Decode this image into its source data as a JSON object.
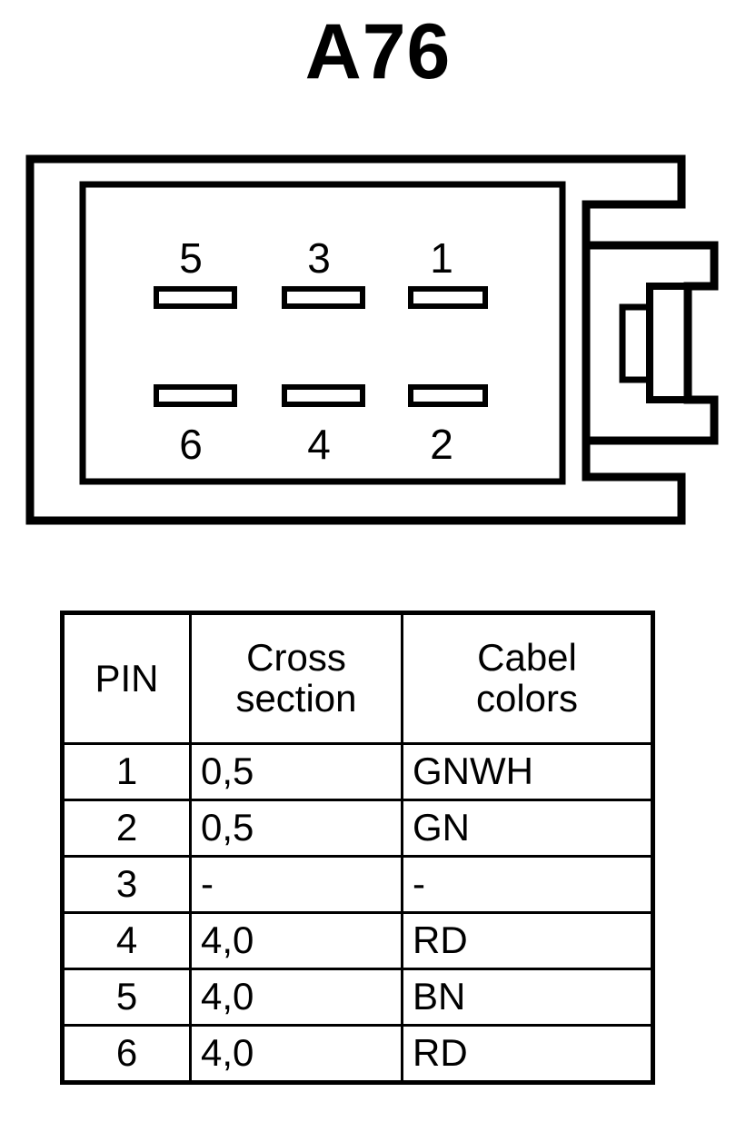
{
  "title": "A76",
  "connector": {
    "name": "6-way-connector-housing",
    "top_row_pins": [
      "5",
      "3",
      "1"
    ],
    "bottom_row_pins": [
      "6",
      "4",
      "2"
    ],
    "latch_side": "right"
  },
  "table": {
    "headers": [
      "PIN",
      "Cross section",
      "Cabel colors"
    ],
    "header_lines": {
      "pin": "PIN",
      "cross_line1": "Cross",
      "cross_line2": "section",
      "colors_line1": "Cabel",
      "colors_line2": "colors"
    },
    "rows": [
      {
        "pin": "1",
        "cross_section": "0,5",
        "cable_color": "GNWH"
      },
      {
        "pin": "2",
        "cross_section": "0,5",
        "cable_color": "GN"
      },
      {
        "pin": "3",
        "cross_section": "-",
        "cable_color": "-"
      },
      {
        "pin": "4",
        "cross_section": "4,0",
        "cable_color": "RD"
      },
      {
        "pin": "5",
        "cross_section": "4,0",
        "cable_color": "BN"
      },
      {
        "pin": "6",
        "cross_section": "4,0",
        "cable_color": "RD"
      }
    ]
  },
  "colors": {
    "ink": "#000000",
    "paper": "#ffffff"
  }
}
